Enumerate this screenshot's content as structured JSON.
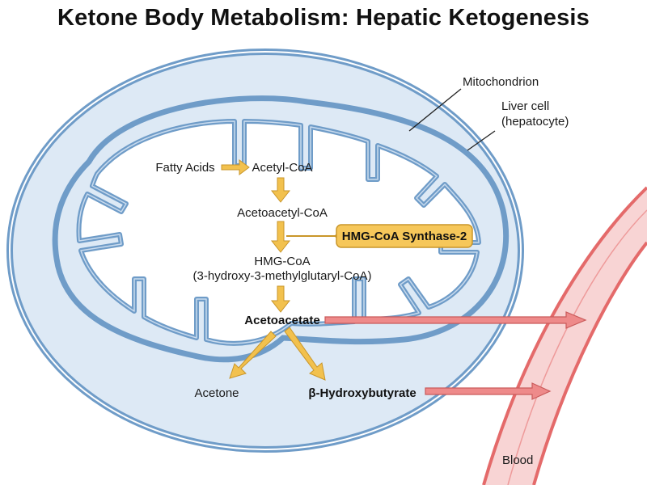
{
  "title": "Ketone Body Metabolism: Hepatic Ketogenesis",
  "labels": {
    "mitochondrion": "Mitochondrion",
    "liver_cell_line1": "Liver cell",
    "liver_cell_line2": "(hepatocyte)",
    "blood": "Blood"
  },
  "pathway": {
    "fatty_acids": "Fatty Acids",
    "acetyl_coa": "Acetyl-CoA",
    "acetoacetyl_coa": "Acetoacetyl-CoA",
    "hmg_coa": "HMG-CoA",
    "hmg_coa_full": "(3-hydroxy-3-methylglutaryl-CoA)",
    "acetoacetate": "Acetoacetate",
    "acetone": "Acetone",
    "beta_hydroxybutyrate": "β-Hydroxybutyrate"
  },
  "enzyme": {
    "label": "HMG-CoA Synthase-2"
  },
  "colors": {
    "membrane": "#6f9cc8",
    "cell_fill": "#dde9f5",
    "matrix_fill": "#ffffff",
    "arrow_gold": "#f2c14e",
    "arrow_gold_edge": "#c9962a",
    "arrow_red": "#ee8a8a",
    "arrow_red_edge": "#c95a5a",
    "vessel": "#e46a6a",
    "vessel_fill": "#f8d4d4",
    "enzyme_fill": "#f6c75a"
  }
}
